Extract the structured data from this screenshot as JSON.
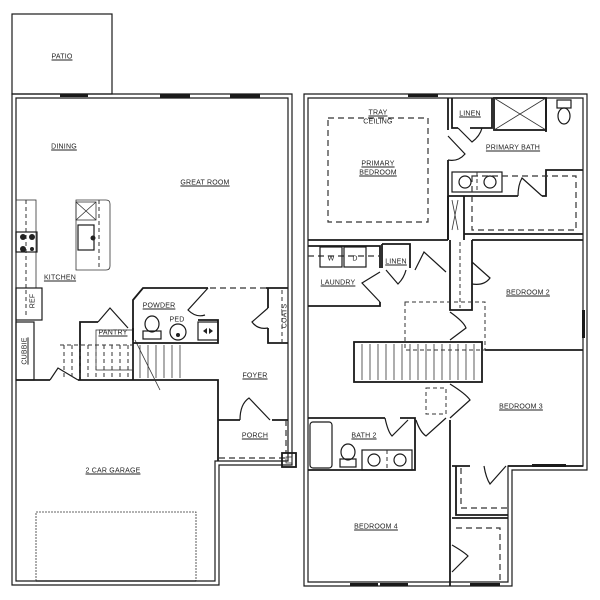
{
  "plan": {
    "first_floor": {
      "rooms": {
        "patio": "PATIO",
        "dining": "DINING",
        "great_room": "GREAT ROOM",
        "kitchen": "KITCHEN",
        "ref": "REF",
        "cubbie": "CUBBIE",
        "pantry": "PANTRY",
        "powder": "POWDER",
        "ped": "PED",
        "coats": "COATS",
        "foyer": "FOYER",
        "porch": "PORCH",
        "garage": "2 CAR GARAGE"
      }
    },
    "second_floor": {
      "rooms": {
        "tray": "TRAY",
        "ceiling": "CEILING",
        "primary_bedroom_1": "PRIMARY",
        "primary_bedroom_2": "BEDROOM",
        "linen_top": "LINEN",
        "primary_bath": "PRIMARY BATH",
        "washer": "W",
        "dryer": "D",
        "linen_mid": "LINEN",
        "laundry": "LAUNDRY",
        "bedroom_2": "BEDROOM 2",
        "bedroom_3": "BEDROOM 3",
        "bath_2": "BATH 2",
        "bedroom_4": "BEDROOM 4"
      }
    }
  }
}
